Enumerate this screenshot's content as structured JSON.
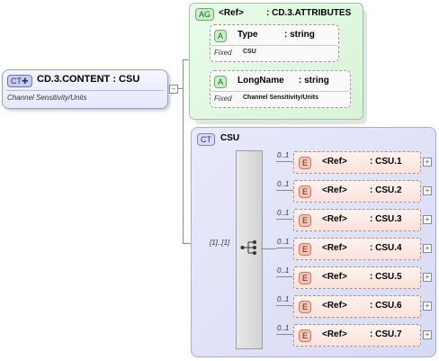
{
  "main": {
    "tag": "CT",
    "title": "CD.3.CONTENT : CSU",
    "subtitle": "Channel Sensitivity/Units"
  },
  "attribute_group": {
    "tag": "AG",
    "ref_label": "<Ref>",
    "name": ": CD.3.ATTRIBUTES",
    "attributes": [
      {
        "tag": "A",
        "name": "Type",
        "type": ": string",
        "fixed_label": "Fixed",
        "fixed_value": "CSU"
      },
      {
        "tag": "A",
        "name": "LongName",
        "type": ": string",
        "fixed_label": "Fixed",
        "fixed_value": "Channel Sensitivity/Units"
      }
    ]
  },
  "csu_type": {
    "tag": "CT",
    "title": "CSU",
    "sequence_occurrence": "[1]..[1]"
  },
  "elements": [
    {
      "tag": "E",
      "occurrence": "0..1",
      "ref_label": "<Ref>",
      "name": ": CSU.1",
      "expand": "+"
    },
    {
      "tag": "E",
      "occurrence": "0..1",
      "ref_label": "<Ref>",
      "name": ": CSU.2",
      "expand": "+"
    },
    {
      "tag": "E",
      "occurrence": "0..1",
      "ref_label": "<Ref>",
      "name": ": CSU.3",
      "expand": "+"
    },
    {
      "tag": "E",
      "occurrence": "0..1",
      "ref_label": "<Ref>",
      "name": ": CSU.4",
      "expand": "+"
    },
    {
      "tag": "E",
      "occurrence": "0..1",
      "ref_label": "<Ref>",
      "name": ": CSU.5",
      "expand": "+"
    },
    {
      "tag": "E",
      "occurrence": "0..1",
      "ref_label": "<Ref>",
      "name": ": CSU.6",
      "expand": "+"
    },
    {
      "tag": "E",
      "occurrence": "0..1",
      "ref_label": "<Ref>",
      "name": ": CSU.7",
      "expand": "+"
    }
  ],
  "colors": {
    "ct": "#d8dcf6",
    "ag": "#d8f3d8",
    "element": "#fbe2dc"
  },
  "icons": {
    "main_type": "complex-type-icon",
    "sequence": "sequence-compositor-icon"
  }
}
